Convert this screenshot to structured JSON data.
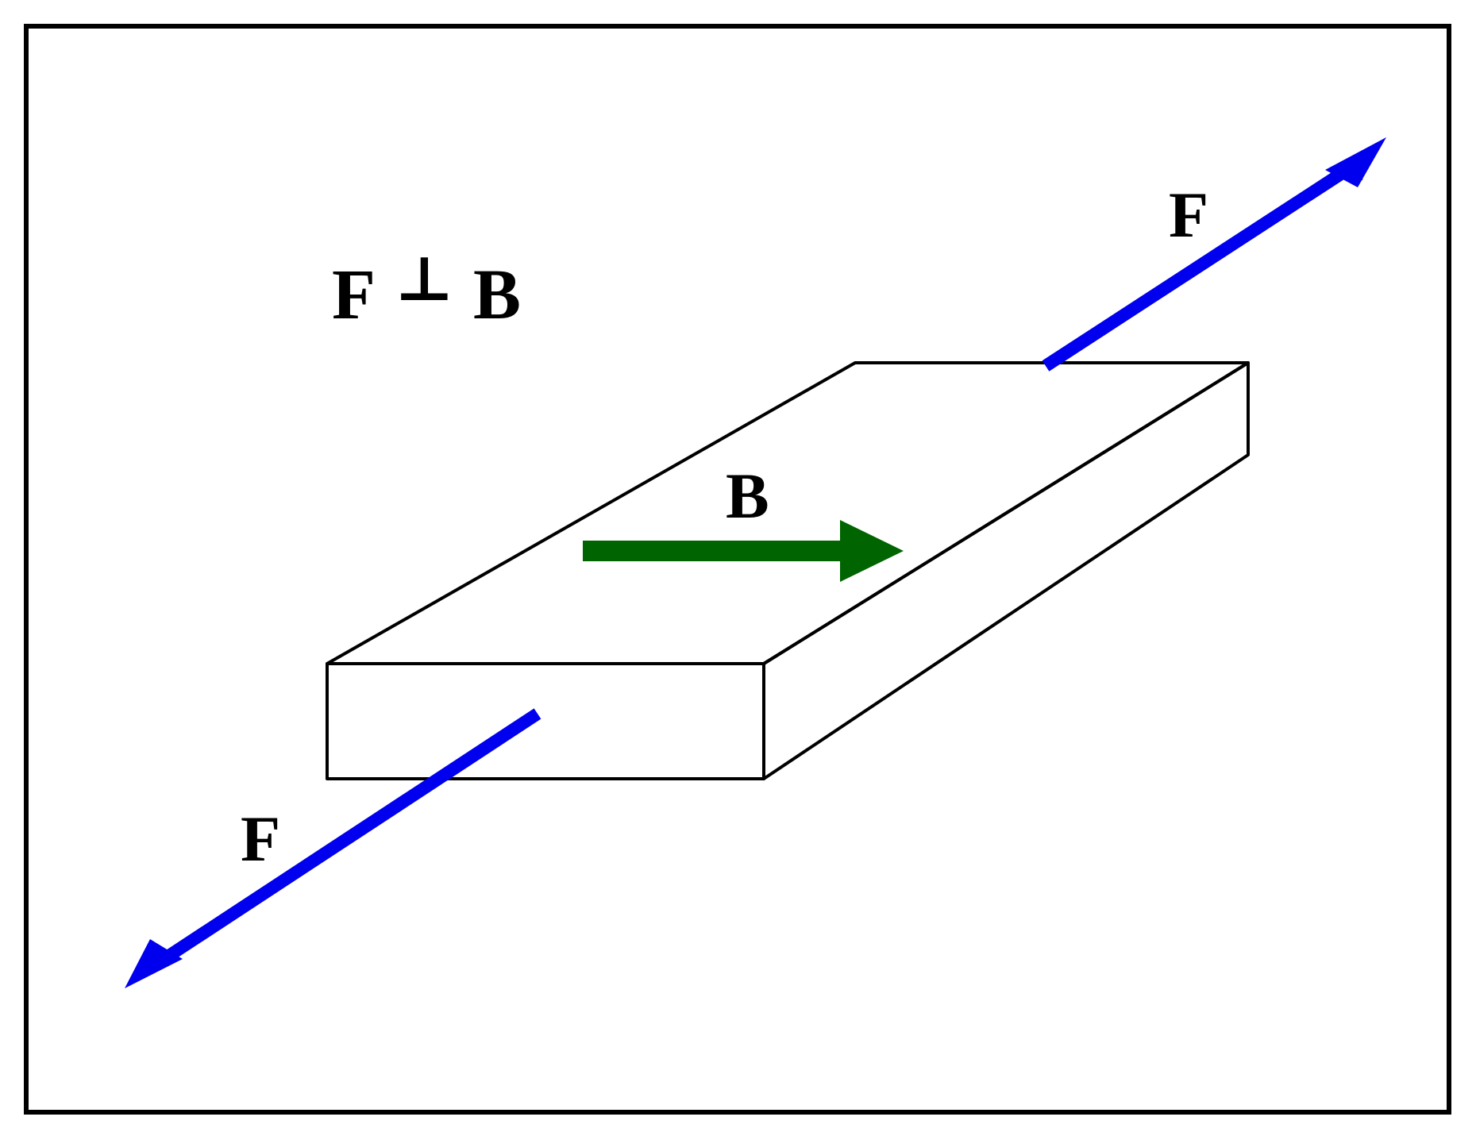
{
  "diagram": {
    "relation_label": {
      "left": "F",
      "symbol": "⊥",
      "right": "B"
    },
    "force_label_top_right": "F",
    "force_label_bottom_left": "F",
    "field_label": "B"
  },
  "colors": {
    "force_arrow": "#0000ee",
    "field_arrow": "#006400",
    "outline": "#000000",
    "background": "#ffffff"
  },
  "icons": {
    "force_arrow": "arrow-icon",
    "field_arrow": "arrow-icon"
  }
}
